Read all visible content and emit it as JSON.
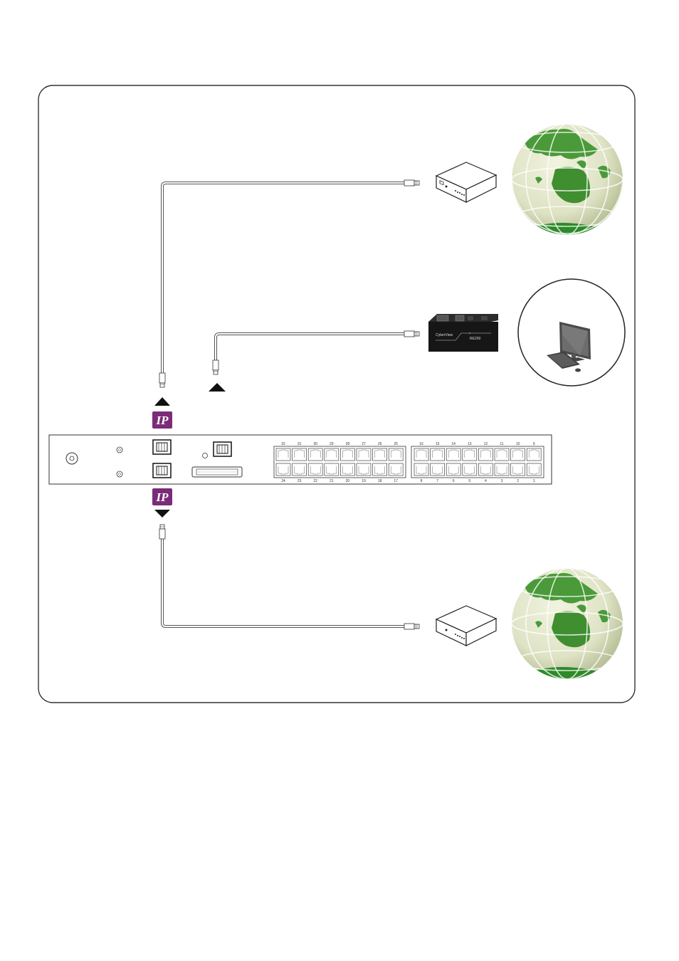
{
  "diagram": {
    "ip_badge_top": "IP",
    "ip_badge_bottom": "IP",
    "extender_brand": "CyberView",
    "extender_model": "RE200"
  },
  "switch": {
    "ports_top_left": [
      "32",
      "31",
      "30",
      "29",
      "28",
      "27",
      "26",
      "25"
    ],
    "ports_bottom_left": [
      "24",
      "23",
      "22",
      "21",
      "20",
      "19",
      "18",
      "17"
    ],
    "ports_top_right": [
      "16",
      "15",
      "14",
      "13",
      "12",
      "11",
      "10",
      "9"
    ],
    "ports_bottom_right": [
      "8",
      "7",
      "6",
      "5",
      "4",
      "3",
      "2",
      "1"
    ]
  },
  "colors": {
    "ip_badge": "#7b2c78",
    "globe_ocean": "#e2e6cc",
    "globe_land": "#4a9a3a",
    "frame_stroke": "#333333"
  },
  "icons": [
    "modem-icon",
    "globe-icon",
    "kvm-extender-icon",
    "computer-icon",
    "rj45-plug-icon",
    "arrow-up-icon",
    "arrow-down-icon"
  ]
}
